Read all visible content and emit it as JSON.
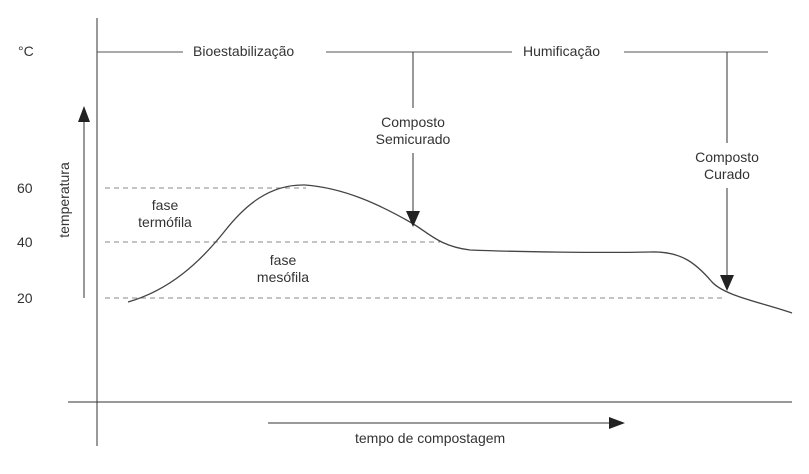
{
  "unit_label": "°C",
  "y_axis_label": "temperatura",
  "x_axis_label": "tempo de compostagem",
  "y_ticks": [
    "60",
    "40",
    "20"
  ],
  "phases": {
    "bio": "Bioestabilização",
    "hum": "Humificação"
  },
  "markers": {
    "semicurado_line1": "Composto",
    "semicurado_line2": "Semicurado",
    "curado_line1": "Composto",
    "curado_line2": "Curado"
  },
  "zones": {
    "termofila_line1": "fase",
    "termofila_line2": "termófila",
    "mesofila_line1": "fase",
    "mesofila_line2": "mesófila"
  },
  "colors": {
    "line": "#333333",
    "dashed": "#8a8a8a",
    "text": "#333333"
  }
}
